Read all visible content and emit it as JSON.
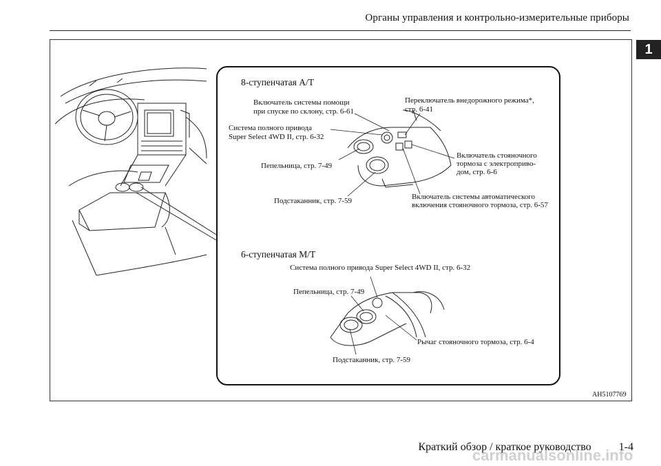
{
  "header": {
    "title": "Органы управления и контрольно-измерительные приборы",
    "chapter_tab": "1"
  },
  "figure": {
    "section_at": "8-ступенчатая A/T",
    "section_mt": "6-ступенчатая M/T",
    "at_labels": {
      "hill_descent_1": "Включатель системы помощи",
      "hill_descent_2": "при спуске по склону, стр. 6-61",
      "ssii_1": "Система полного привода",
      "ssii_2": "Super Select 4WD II, стр. 6-32",
      "ashtray": "Пепельница, стр. 7-49",
      "cupholder": "Подстаканник, стр. 7-59",
      "offroad_1": "Переключатель внедорожного режима*,",
      "offroad_2": "стр. 6-41",
      "epb_1": "Включатель стояночного",
      "epb_2": "тормоза с электроприво-",
      "epb_3": "дом, стр. 6-6",
      "autohold_1": "Включатель системы автоматического",
      "autohold_2": "включения стояночного тормоза, стр. 6-57"
    },
    "mt_labels": {
      "ssii": "Система полного привода Super Select 4WD II, стр. 6-32",
      "ashtray": "Пепельница, стр. 7-49",
      "lever": "Рычаг стояночного тормоза, стр. 6-4",
      "cupholder": "Подстаканник, стр. 7-59"
    },
    "code": "AH5107769"
  },
  "footer": {
    "text": "Краткий обзор / краткое руководство",
    "page": "1-4"
  },
  "watermark": "carmanualsonline.info"
}
